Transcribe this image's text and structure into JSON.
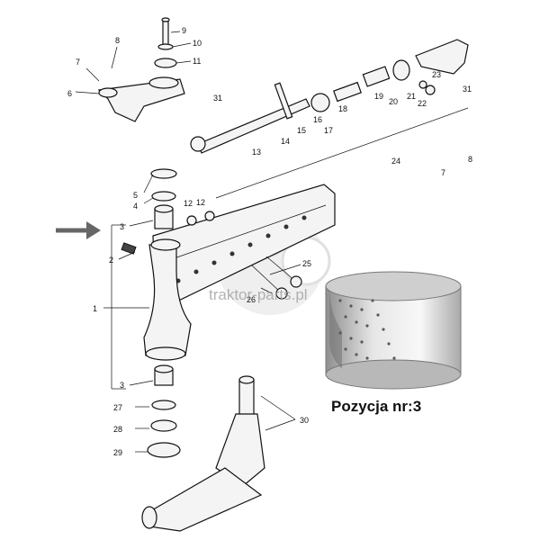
{
  "callouts": [
    "1",
    "2",
    "3",
    "3",
    "4",
    "5",
    "6",
    "7",
    "8",
    "9",
    "10",
    "11",
    "12",
    "12",
    "13",
    "14",
    "15",
    "16",
    "17",
    "18",
    "19",
    "20",
    "21",
    "22",
    "23",
    "24",
    "25",
    "26",
    "27",
    "28",
    "29",
    "30",
    "31",
    "31",
    "7",
    "8"
  ],
  "watermark": "traktor-parts.pl",
  "caption": "Pozycja nr:3"
}
